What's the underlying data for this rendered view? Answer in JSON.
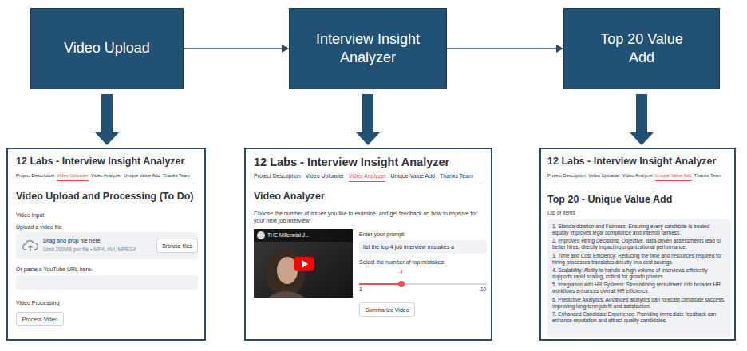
{
  "diagram": {
    "nodes": [
      {
        "text": [
          "Video Upload"
        ]
      },
      {
        "text": [
          "Interview Insight Analyzer"
        ]
      },
      {
        "text": [
          "Top 20 Value Add"
        ]
      },
      {
        "text": [
          "12 Labs - Interview Insight Analyzer",
          "Project Description",
          "Video Uploader",
          "Video Analyzer",
          "Unique Value Add",
          "Thanks Team",
          "Video Upload and Processing (To Do)",
          "Video Input",
          "Upload a video file",
          "Or paste a YouTube URL here:",
          "Video Processing"
        ]
      },
      {
        "text": [
          "Drag and drop file here",
          "Limit 200MB per file • MP4, AVI, MPEG4"
        ],
        "in": 3
      },
      {
        "text": [
          "Browse files"
        ],
        "in": 4
      },
      {
        "text": [
          "Process Video"
        ],
        "in": 3
      },
      {
        "text": [
          "12 Labs - Interview Insight Analyzer",
          "Project Description",
          "Video Uploader",
          "Video Analyzer",
          "Unique Value Add",
          "Thanks Team",
          "Video Analyzer",
          "Choose the number of issues you like to examine, and get feedback on how to improve for your next job interview.",
          "Enter your prompt:",
          "Select the number of top mistakes:",
          "4",
          "1",
          "10"
        ]
      },
      {
        "text": [
          "THE Millennial J..."
        ],
        "in": 7
      },
      {
        "text": [
          "list the top 4 job interview mistakes a"
        ],
        "in": 7
      },
      {
        "text": [
          "Summarize Video"
        ],
        "in": 7
      },
      {
        "text": [
          "12 Labs - Interview Insight Analyzer",
          "Project Description",
          "Video Uploader",
          "Video Analyzer",
          "Unique Value Add",
          "Thanks Team",
          "Top 20 - Unique Value Add",
          "List of items"
        ]
      },
      {
        "text": [
          "1. Standardization and Fairness: Ensuring every candidate is treated equally improves legal compliance and internal fairness.",
          "2. Improved Hiring Decisions: Objective, data-driven assessments lead to better hires, directly impacting organizational performance.",
          "3. Time and Cost Efficiency: Reducing the time and resources required for hiring processes translates directly into cost savings.",
          "4. Scalability: Ability to handle a high volume of interviews efficiently supports rapid scaling, critical for growth phases.",
          "5. Integration with HR Systems: Streamlining recruitment into broader HR workflows enhances overall HR efficiency.",
          "6. Predictive Analytics: Advanced analytics can forecast candidate success, improving long-term job fit and satisfaction.",
          "7. Enhanced Candidate Experience: Providing immediate feedback can enhance reputation and attract quality candidates."
        ],
        "in": 11
      }
    ],
    "edges": [
      {
        "from": 0,
        "to": 1,
        "arrow": "to"
      },
      {
        "from": 1,
        "to": 2,
        "arrow": "to"
      },
      {
        "from": 0,
        "to": 3,
        "arrow": "to"
      },
      {
        "from": 1,
        "to": 7,
        "arrow": "to"
      },
      {
        "from": 2,
        "to": 11,
        "arrow": "to"
      }
    ]
  }
}
